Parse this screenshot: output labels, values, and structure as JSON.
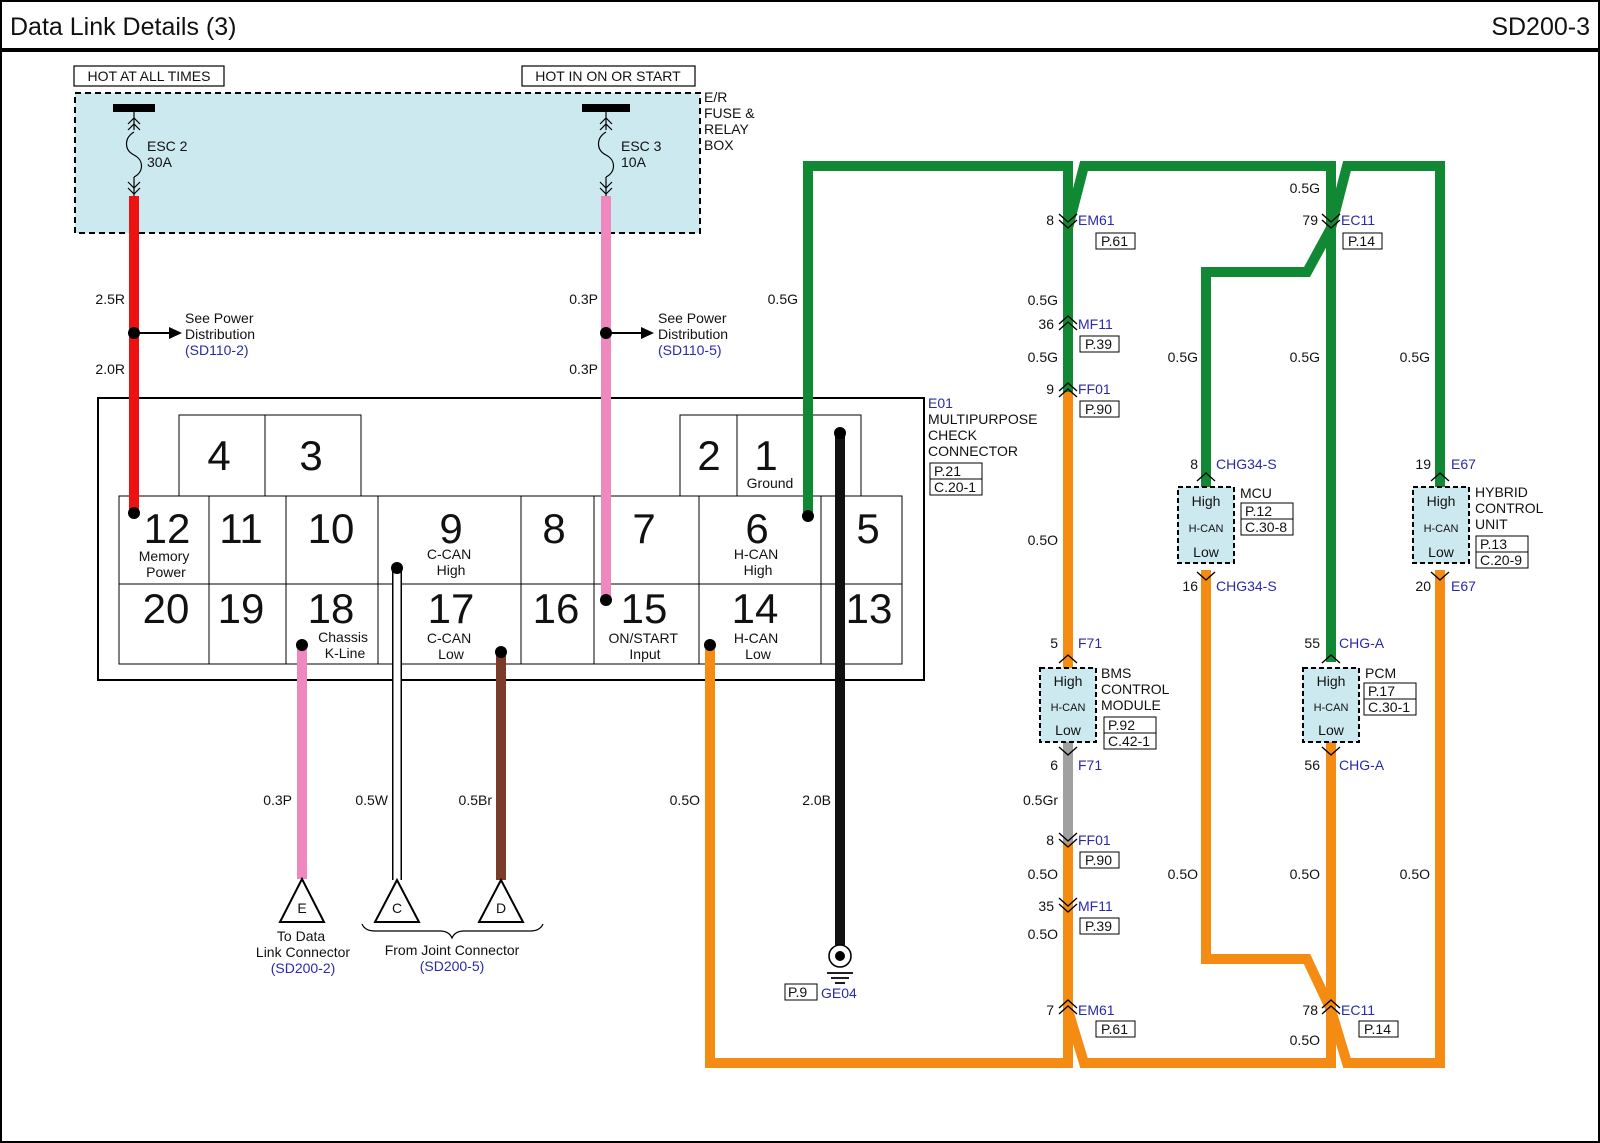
{
  "header": {
    "title": "Data Link Details (3)",
    "page_code": "SD200-3"
  },
  "power": {
    "hot_at_all_times": "HOT AT ALL TIMES",
    "hot_in_on_or_start": "HOT IN ON OR START",
    "box_label": [
      "E/R",
      "FUSE &",
      "RELAY",
      "BOX"
    ],
    "fuse1": {
      "name": "ESC 2",
      "rating": "30A"
    },
    "fuse2": {
      "name": "ESC 3",
      "rating": "10A"
    }
  },
  "splices": {
    "left": {
      "text1": "See Power",
      "text2": "Distribution",
      "ref": "(SD110-2)"
    },
    "right": {
      "text1": "See Power",
      "text2": "Distribution",
      "ref": "(SD110-5)"
    }
  },
  "wires": {
    "r25": "2.5R",
    "r20": "2.0R",
    "p03a": "0.3P",
    "p03b": "0.3P",
    "g05": "0.5G",
    "p03c": "0.3P",
    "w05": "0.5W",
    "br05": "0.5Br",
    "o05": "0.5O",
    "b20": "2.0B",
    "o05_e01": "0.5O",
    "g05_em61": "0.5G",
    "g05_ff01": "0.5G",
    "g05_ec11": "0.5G",
    "g05_mcu": "0.5G",
    "g05_pcm": "0.5G",
    "g05_hcu": "0.5G",
    "gr05": "0.5Gr",
    "o05_mf11a": "0.5O",
    "o05_mf11b": "0.5O",
    "o05_mcu": "0.5O",
    "o05_pcm": "0.5O",
    "o05_hcu": "0.5O",
    "o05_ec11": "0.5O"
  },
  "check_connector": {
    "id": "E01",
    "name": [
      "MULTIPURPOSE",
      "CHECK",
      "CONNECTOR"
    ],
    "refs": [
      "P.21",
      "C.20-1"
    ],
    "pins": {
      "p1": "1",
      "p2": "2",
      "p3": "3",
      "p4": "4",
      "p5": "5",
      "p6": "6",
      "p7": "7",
      "p8": "8",
      "p9": "9",
      "p10": "10",
      "p11": "11",
      "p12": "12",
      "p13": "13",
      "p14": "14",
      "p15": "15",
      "p16": "16",
      "p17": "17",
      "p18": "18",
      "p19": "19",
      "p20": "20"
    },
    "labels": {
      "ground": "Ground",
      "p12": [
        "Memory",
        "Power"
      ],
      "p9": [
        "C-CAN",
        "High"
      ],
      "p6": [
        "H-CAN",
        "High"
      ],
      "p18": [
        "Chassis",
        "K-Line"
      ],
      "p17": [
        "C-CAN",
        "Low"
      ],
      "p15": [
        "ON/START",
        "Input"
      ],
      "p14": [
        "H-CAN",
        "Low"
      ]
    }
  },
  "connectors": {
    "em61_top": {
      "pin": "8",
      "id": "EM61",
      "ref": "P.61"
    },
    "mf11_top": {
      "pin": "36",
      "id": "MF11",
      "ref": "P.39"
    },
    "ff01_top": {
      "pin": "9",
      "id": "FF01",
      "ref": "P.90"
    },
    "ec11_top": {
      "pin": "79",
      "id": "EC11",
      "ref": "P.14"
    },
    "f71_top": {
      "pin": "5",
      "id": "F71"
    },
    "f71_bot": {
      "pin": "6",
      "id": "F71"
    },
    "ff01_bot": {
      "pin": "8",
      "id": "FF01",
      "ref": "P.90"
    },
    "mf11_bot": {
      "pin": "35",
      "id": "MF11",
      "ref": "P.39"
    },
    "em61_bot": {
      "pin": "7",
      "id": "EM61",
      "ref": "P.61"
    },
    "ec11_bot": {
      "pin": "78",
      "id": "EC11",
      "ref": "P.14"
    },
    "chg34_top": {
      "pin": "8",
      "id": "CHG34-S"
    },
    "chg34_bot": {
      "pin": "16",
      "id": "CHG34-S"
    },
    "chga_top": {
      "pin": "55",
      "id": "CHG-A"
    },
    "chga_bot": {
      "pin": "56",
      "id": "CHG-A"
    },
    "e67_top": {
      "pin": "19",
      "id": "E67"
    },
    "e67_bot": {
      "pin": "20",
      "id": "E67"
    }
  },
  "modules": {
    "bms": {
      "name": [
        "BMS",
        "CONTROL",
        "MODULE"
      ],
      "refs": [
        "P.92",
        "C.42-1"
      ]
    },
    "mcu": {
      "name": "MCU",
      "refs": [
        "P.12",
        "C.30-8"
      ]
    },
    "pcm": {
      "name": "PCM",
      "refs": [
        "P.17",
        "C.30-1"
      ]
    },
    "hcu": {
      "name": [
        "HYBRID",
        "CONTROL",
        "UNIT"
      ],
      "refs": [
        "P.13",
        "C.20-9"
      ]
    },
    "can_labels": {
      "high": "High",
      "hcan": "H-CAN",
      "low": "Low"
    }
  },
  "grounds": {
    "ref": "P.9",
    "id": "GE04"
  },
  "terminals": {
    "e": {
      "letter": "E",
      "text1": "To Data",
      "text2": "Link Connector",
      "ref": "(SD200-2)"
    },
    "c": {
      "letter": "C"
    },
    "d": {
      "letter": "D"
    },
    "joint": {
      "text": "From Joint Connector",
      "ref": "(SD200-5)"
    }
  },
  "colors": {
    "red": "#ee1111",
    "pink": "#f088c0",
    "green": "#118833",
    "orange": "#f48c14",
    "black": "#111111",
    "brown": "#7a3c28",
    "gray": "#a0a0a0",
    "fuse_box": "#cde9f0",
    "link_blue": "#2a2aa8"
  }
}
